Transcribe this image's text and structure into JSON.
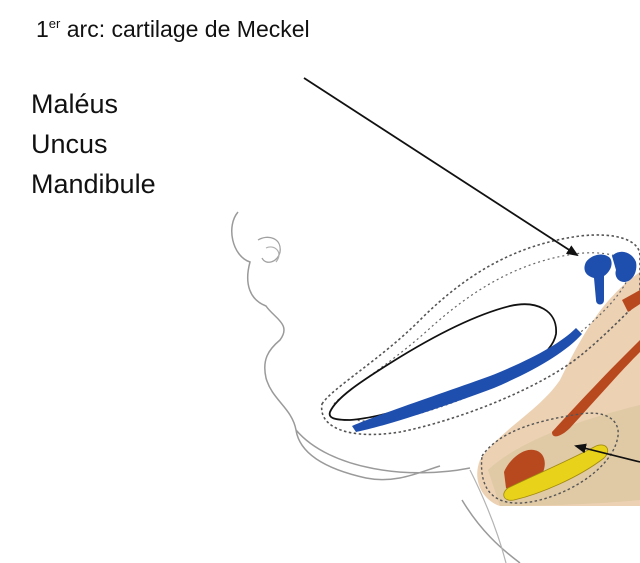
{
  "title": {
    "ordinal": "1",
    "superscript": "er",
    "text": " arc: cartilage de Meckel"
  },
  "structures": [
    "Maléus",
    "Uncus",
    "Mandibule"
  ],
  "colors": {
    "cartilage": "#1f4fae",
    "second_arch": "#b8491f",
    "third_arch": "#e8d21a",
    "tissue": "#e9c9a6",
    "outline": "#8a8a8a"
  }
}
